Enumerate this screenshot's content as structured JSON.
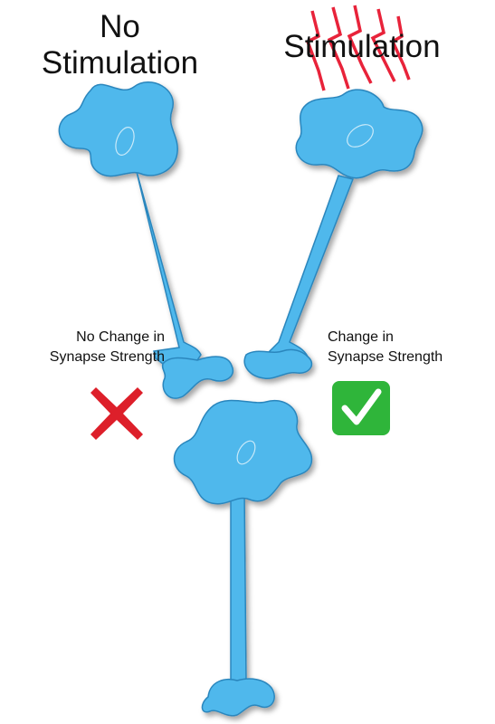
{
  "labels": {
    "no_stimulation": [
      "No",
      "Stimulation"
    ],
    "stimulation": "Stimulation",
    "no_change": [
      "No Change in",
      "Synapse Strength"
    ],
    "change": [
      "Change in",
      "Synapse Strength"
    ]
  },
  "colors": {
    "neuron_fill": "#4fb8ec",
    "neuron_stroke": "#2a86bd",
    "lightning": "#e8233a",
    "cross": "#dd1f2a",
    "check_bg": "#2fb53a",
    "text": "#111111"
  },
  "icons": {
    "no_change": "cross-mark-icon",
    "change": "check-mark-icon",
    "stimulation": "lightning-icon"
  }
}
